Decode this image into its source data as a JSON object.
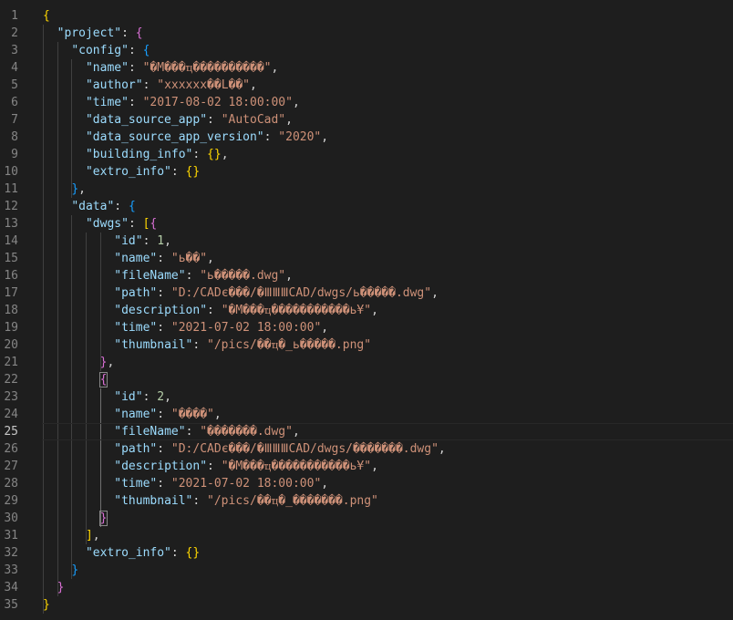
{
  "editor": {
    "language": "json",
    "current_line": 25,
    "colors": {
      "background": "#1e1e1e",
      "key": "#9cdcfe",
      "string": "#ce9178",
      "number": "#b5cea8",
      "bracket_level1": "#ffd700",
      "bracket_level2": "#da70d6",
      "bracket_level3": "#179fff"
    }
  },
  "lines": [
    {
      "n": "1",
      "indent": "",
      "tokens": [
        {
          "t": "{",
          "c": "b1"
        }
      ]
    },
    {
      "n": "2",
      "indent": "  ",
      "tokens": [
        {
          "t": "\"project\"",
          "c": "k"
        },
        {
          "t": ": ",
          "c": "p"
        },
        {
          "t": "{",
          "c": "b2"
        }
      ]
    },
    {
      "n": "3",
      "indent": "    ",
      "tokens": [
        {
          "t": "\"config\"",
          "c": "k"
        },
        {
          "t": ": ",
          "c": "p"
        },
        {
          "t": "{",
          "c": "b3"
        }
      ]
    },
    {
      "n": "4",
      "indent": "      ",
      "tokens": [
        {
          "t": "\"name\"",
          "c": "k"
        },
        {
          "t": ": ",
          "c": "p"
        },
        {
          "t": "\"�M���ҵ����������\"",
          "c": "s"
        },
        {
          "t": ",",
          "c": "p"
        }
      ]
    },
    {
      "n": "5",
      "indent": "      ",
      "tokens": [
        {
          "t": "\"author\"",
          "c": "k"
        },
        {
          "t": ": ",
          "c": "p"
        },
        {
          "t": "\"xxxxxx��L��\"",
          "c": "s"
        },
        {
          "t": ",",
          "c": "p"
        }
      ]
    },
    {
      "n": "6",
      "indent": "      ",
      "tokens": [
        {
          "t": "\"time\"",
          "c": "k"
        },
        {
          "t": ": ",
          "c": "p"
        },
        {
          "t": "\"2017-08-02 18:00:00\"",
          "c": "s"
        },
        {
          "t": ",",
          "c": "p"
        }
      ]
    },
    {
      "n": "7",
      "indent": "      ",
      "tokens": [
        {
          "t": "\"data_source_app\"",
          "c": "k"
        },
        {
          "t": ": ",
          "c": "p"
        },
        {
          "t": "\"AutoCad\"",
          "c": "s"
        },
        {
          "t": ",",
          "c": "p"
        }
      ]
    },
    {
      "n": "8",
      "indent": "      ",
      "tokens": [
        {
          "t": "\"data_source_app_version\"",
          "c": "k"
        },
        {
          "t": ": ",
          "c": "p"
        },
        {
          "t": "\"2020\"",
          "c": "s"
        },
        {
          "t": ",",
          "c": "p"
        }
      ]
    },
    {
      "n": "9",
      "indent": "      ",
      "tokens": [
        {
          "t": "\"building_info\"",
          "c": "k"
        },
        {
          "t": ": ",
          "c": "p"
        },
        {
          "t": "{}",
          "c": "b1"
        },
        {
          "t": ",",
          "c": "p"
        }
      ]
    },
    {
      "n": "10",
      "indent": "      ",
      "tokens": [
        {
          "t": "\"extro_info\"",
          "c": "k"
        },
        {
          "t": ": ",
          "c": "p"
        },
        {
          "t": "{}",
          "c": "b1"
        }
      ]
    },
    {
      "n": "11",
      "indent": "    ",
      "tokens": [
        {
          "t": "}",
          "c": "b3"
        },
        {
          "t": ",",
          "c": "p"
        }
      ]
    },
    {
      "n": "12",
      "indent": "    ",
      "tokens": [
        {
          "t": "\"data\"",
          "c": "k"
        },
        {
          "t": ": ",
          "c": "p"
        },
        {
          "t": "{",
          "c": "b3"
        }
      ]
    },
    {
      "n": "13",
      "indent": "      ",
      "tokens": [
        {
          "t": "\"dwgs\"",
          "c": "k"
        },
        {
          "t": ": ",
          "c": "p"
        },
        {
          "t": "[",
          "c": "b1"
        },
        {
          "t": "{",
          "c": "b2"
        }
      ]
    },
    {
      "n": "14",
      "indent": "          ",
      "tokens": [
        {
          "t": "\"id\"",
          "c": "k"
        },
        {
          "t": ": ",
          "c": "p"
        },
        {
          "t": "1",
          "c": "n"
        },
        {
          "t": ",",
          "c": "p"
        }
      ]
    },
    {
      "n": "15",
      "indent": "          ",
      "tokens": [
        {
          "t": "\"name\"",
          "c": "k"
        },
        {
          "t": ": ",
          "c": "p"
        },
        {
          "t": "\"ь��\"",
          "c": "s"
        },
        {
          "t": ",",
          "c": "p"
        }
      ]
    },
    {
      "n": "16",
      "indent": "          ",
      "tokens": [
        {
          "t": "\"fileName\"",
          "c": "k"
        },
        {
          "t": ": ",
          "c": "p"
        },
        {
          "t": "\"ь�����.dwg\"",
          "c": "s"
        },
        {
          "t": ",",
          "c": "p"
        }
      ]
    },
    {
      "n": "17",
      "indent": "          ",
      "tokens": [
        {
          "t": "\"path\"",
          "c": "k"
        },
        {
          "t": ": ",
          "c": "p"
        },
        {
          "t": "\"D:/CADє���/�ⅢⅢⅢCAD/dwgs/ь�����.dwg\"",
          "c": "s"
        },
        {
          "t": ",",
          "c": "p"
        }
      ]
    },
    {
      "n": "18",
      "indent": "          ",
      "tokens": [
        {
          "t": "\"description\"",
          "c": "k"
        },
        {
          "t": ": ",
          "c": "p"
        },
        {
          "t": "\"�M���ҵ�����������ь¥\"",
          "c": "s"
        },
        {
          "t": ",",
          "c": "p"
        }
      ]
    },
    {
      "n": "19",
      "indent": "          ",
      "tokens": [
        {
          "t": "\"time\"",
          "c": "k"
        },
        {
          "t": ": ",
          "c": "p"
        },
        {
          "t": "\"2021-07-02 18:00:00\"",
          "c": "s"
        },
        {
          "t": ",",
          "c": "p"
        }
      ]
    },
    {
      "n": "20",
      "indent": "          ",
      "tokens": [
        {
          "t": "\"thumbnail\"",
          "c": "k"
        },
        {
          "t": ": ",
          "c": "p"
        },
        {
          "t": "\"/pics/��ҵ�_ь�����.png\"",
          "c": "s"
        }
      ]
    },
    {
      "n": "21",
      "indent": "        ",
      "tokens": [
        {
          "t": "}",
          "c": "b2"
        },
        {
          "t": ",",
          "c": "p"
        }
      ]
    },
    {
      "n": "22",
      "indent": "        ",
      "tokens": [
        {
          "t": "{",
          "c": "b2",
          "box": true
        }
      ]
    },
    {
      "n": "23",
      "indent": "          ",
      "tokens": [
        {
          "t": "\"id\"",
          "c": "k"
        },
        {
          "t": ": ",
          "c": "p"
        },
        {
          "t": "2",
          "c": "n"
        },
        {
          "t": ",",
          "c": "p"
        }
      ]
    },
    {
      "n": "24",
      "indent": "          ",
      "tokens": [
        {
          "t": "\"name\"",
          "c": "k"
        },
        {
          "t": ": ",
          "c": "p"
        },
        {
          "t": "\"����\"",
          "c": "s"
        },
        {
          "t": ",",
          "c": "p"
        }
      ]
    },
    {
      "n": "25",
      "indent": "          ",
      "tokens": [
        {
          "t": "\"fileName\"",
          "c": "k"
        },
        {
          "t": ": ",
          "c": "p"
        },
        {
          "t": "\"�������.dwg\"",
          "c": "s"
        },
        {
          "t": ",",
          "c": "p"
        }
      ]
    },
    {
      "n": "26",
      "indent": "          ",
      "tokens": [
        {
          "t": "\"path\"",
          "c": "k"
        },
        {
          "t": ": ",
          "c": "p"
        },
        {
          "t": "\"D:/CADє���/�ⅢⅢⅢCAD/dwgs/�������.dwg\"",
          "c": "s"
        },
        {
          "t": ",",
          "c": "p"
        }
      ]
    },
    {
      "n": "27",
      "indent": "          ",
      "tokens": [
        {
          "t": "\"description\"",
          "c": "k"
        },
        {
          "t": ": ",
          "c": "p"
        },
        {
          "t": "\"�M���ҵ�����������ь¥\"",
          "c": "s"
        },
        {
          "t": ",",
          "c": "p"
        }
      ]
    },
    {
      "n": "28",
      "indent": "          ",
      "tokens": [
        {
          "t": "\"time\"",
          "c": "k"
        },
        {
          "t": ": ",
          "c": "p"
        },
        {
          "t": "\"2021-07-02 18:00:00\"",
          "c": "s"
        },
        {
          "t": ",",
          "c": "p"
        }
      ]
    },
    {
      "n": "29",
      "indent": "          ",
      "tokens": [
        {
          "t": "\"thumbnail\"",
          "c": "k"
        },
        {
          "t": ": ",
          "c": "p"
        },
        {
          "t": "\"/pics/��ҵ�_�������.png\"",
          "c": "s"
        }
      ]
    },
    {
      "n": "30",
      "indent": "        ",
      "tokens": [
        {
          "t": "}",
          "c": "b2",
          "box": true
        }
      ]
    },
    {
      "n": "31",
      "indent": "      ",
      "tokens": [
        {
          "t": "]",
          "c": "b1"
        },
        {
          "t": ",",
          "c": "p"
        }
      ]
    },
    {
      "n": "32",
      "indent": "      ",
      "tokens": [
        {
          "t": "\"extro_info\"",
          "c": "k"
        },
        {
          "t": ": ",
          "c": "p"
        },
        {
          "t": "{}",
          "c": "b1"
        }
      ]
    },
    {
      "n": "33",
      "indent": "    ",
      "tokens": [
        {
          "t": "}",
          "c": "b3"
        }
      ]
    },
    {
      "n": "34",
      "indent": "  ",
      "tokens": [
        {
          "t": "}",
          "c": "b2"
        }
      ]
    },
    {
      "n": "35",
      "indent": "",
      "tokens": [
        {
          "t": "}",
          "c": "b1"
        }
      ]
    }
  ]
}
